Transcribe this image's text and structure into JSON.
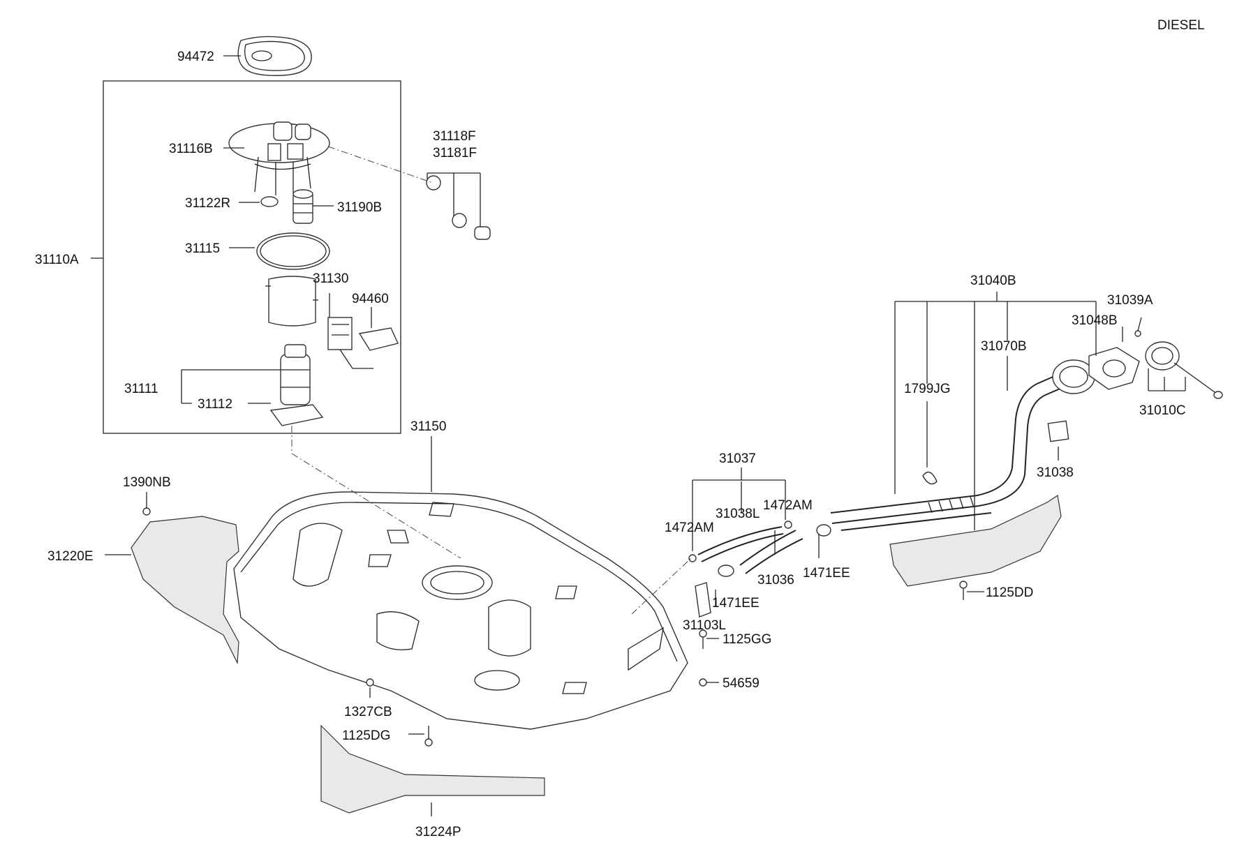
{
  "header": {
    "variant": "DIESEL"
  },
  "labels": {
    "p94472": "94472",
    "p31116B": "31116B",
    "p31118F": "31118F",
    "p31181F": "31181F",
    "p31122R": "31122R",
    "p31190B": "31190B",
    "p31115": "31115",
    "p31110A": "31110A",
    "p31130": "31130",
    "p94460": "94460",
    "p31111": "31111",
    "p31112": "31112",
    "p31150": "31150",
    "p1390NB": "1390NB",
    "p31220E": "31220E",
    "p1327CB": "1327CB",
    "p1125DG": "1125DG",
    "p31224P": "31224P",
    "p31037": "31037",
    "p31038L": "31038L",
    "p1472AM_a": "1472AM",
    "p1472AM_b": "1472AM",
    "p31036": "31036",
    "p1471EE_a": "1471EE",
    "p1471EE_b": "1471EE",
    "p31103L": "31103L",
    "p1125GG": "1125GG",
    "p54659": "54659",
    "p31040B": "31040B",
    "p1799JG": "1799JG",
    "p31070B": "31070B",
    "p31048B": "31048B",
    "p31039A": "31039A",
    "p31010C": "31010C",
    "p31038": "31038",
    "p1125DD": "1125DD"
  },
  "colors": {
    "line": "#222222",
    "text": "#111111",
    "background": "#ffffff"
  }
}
